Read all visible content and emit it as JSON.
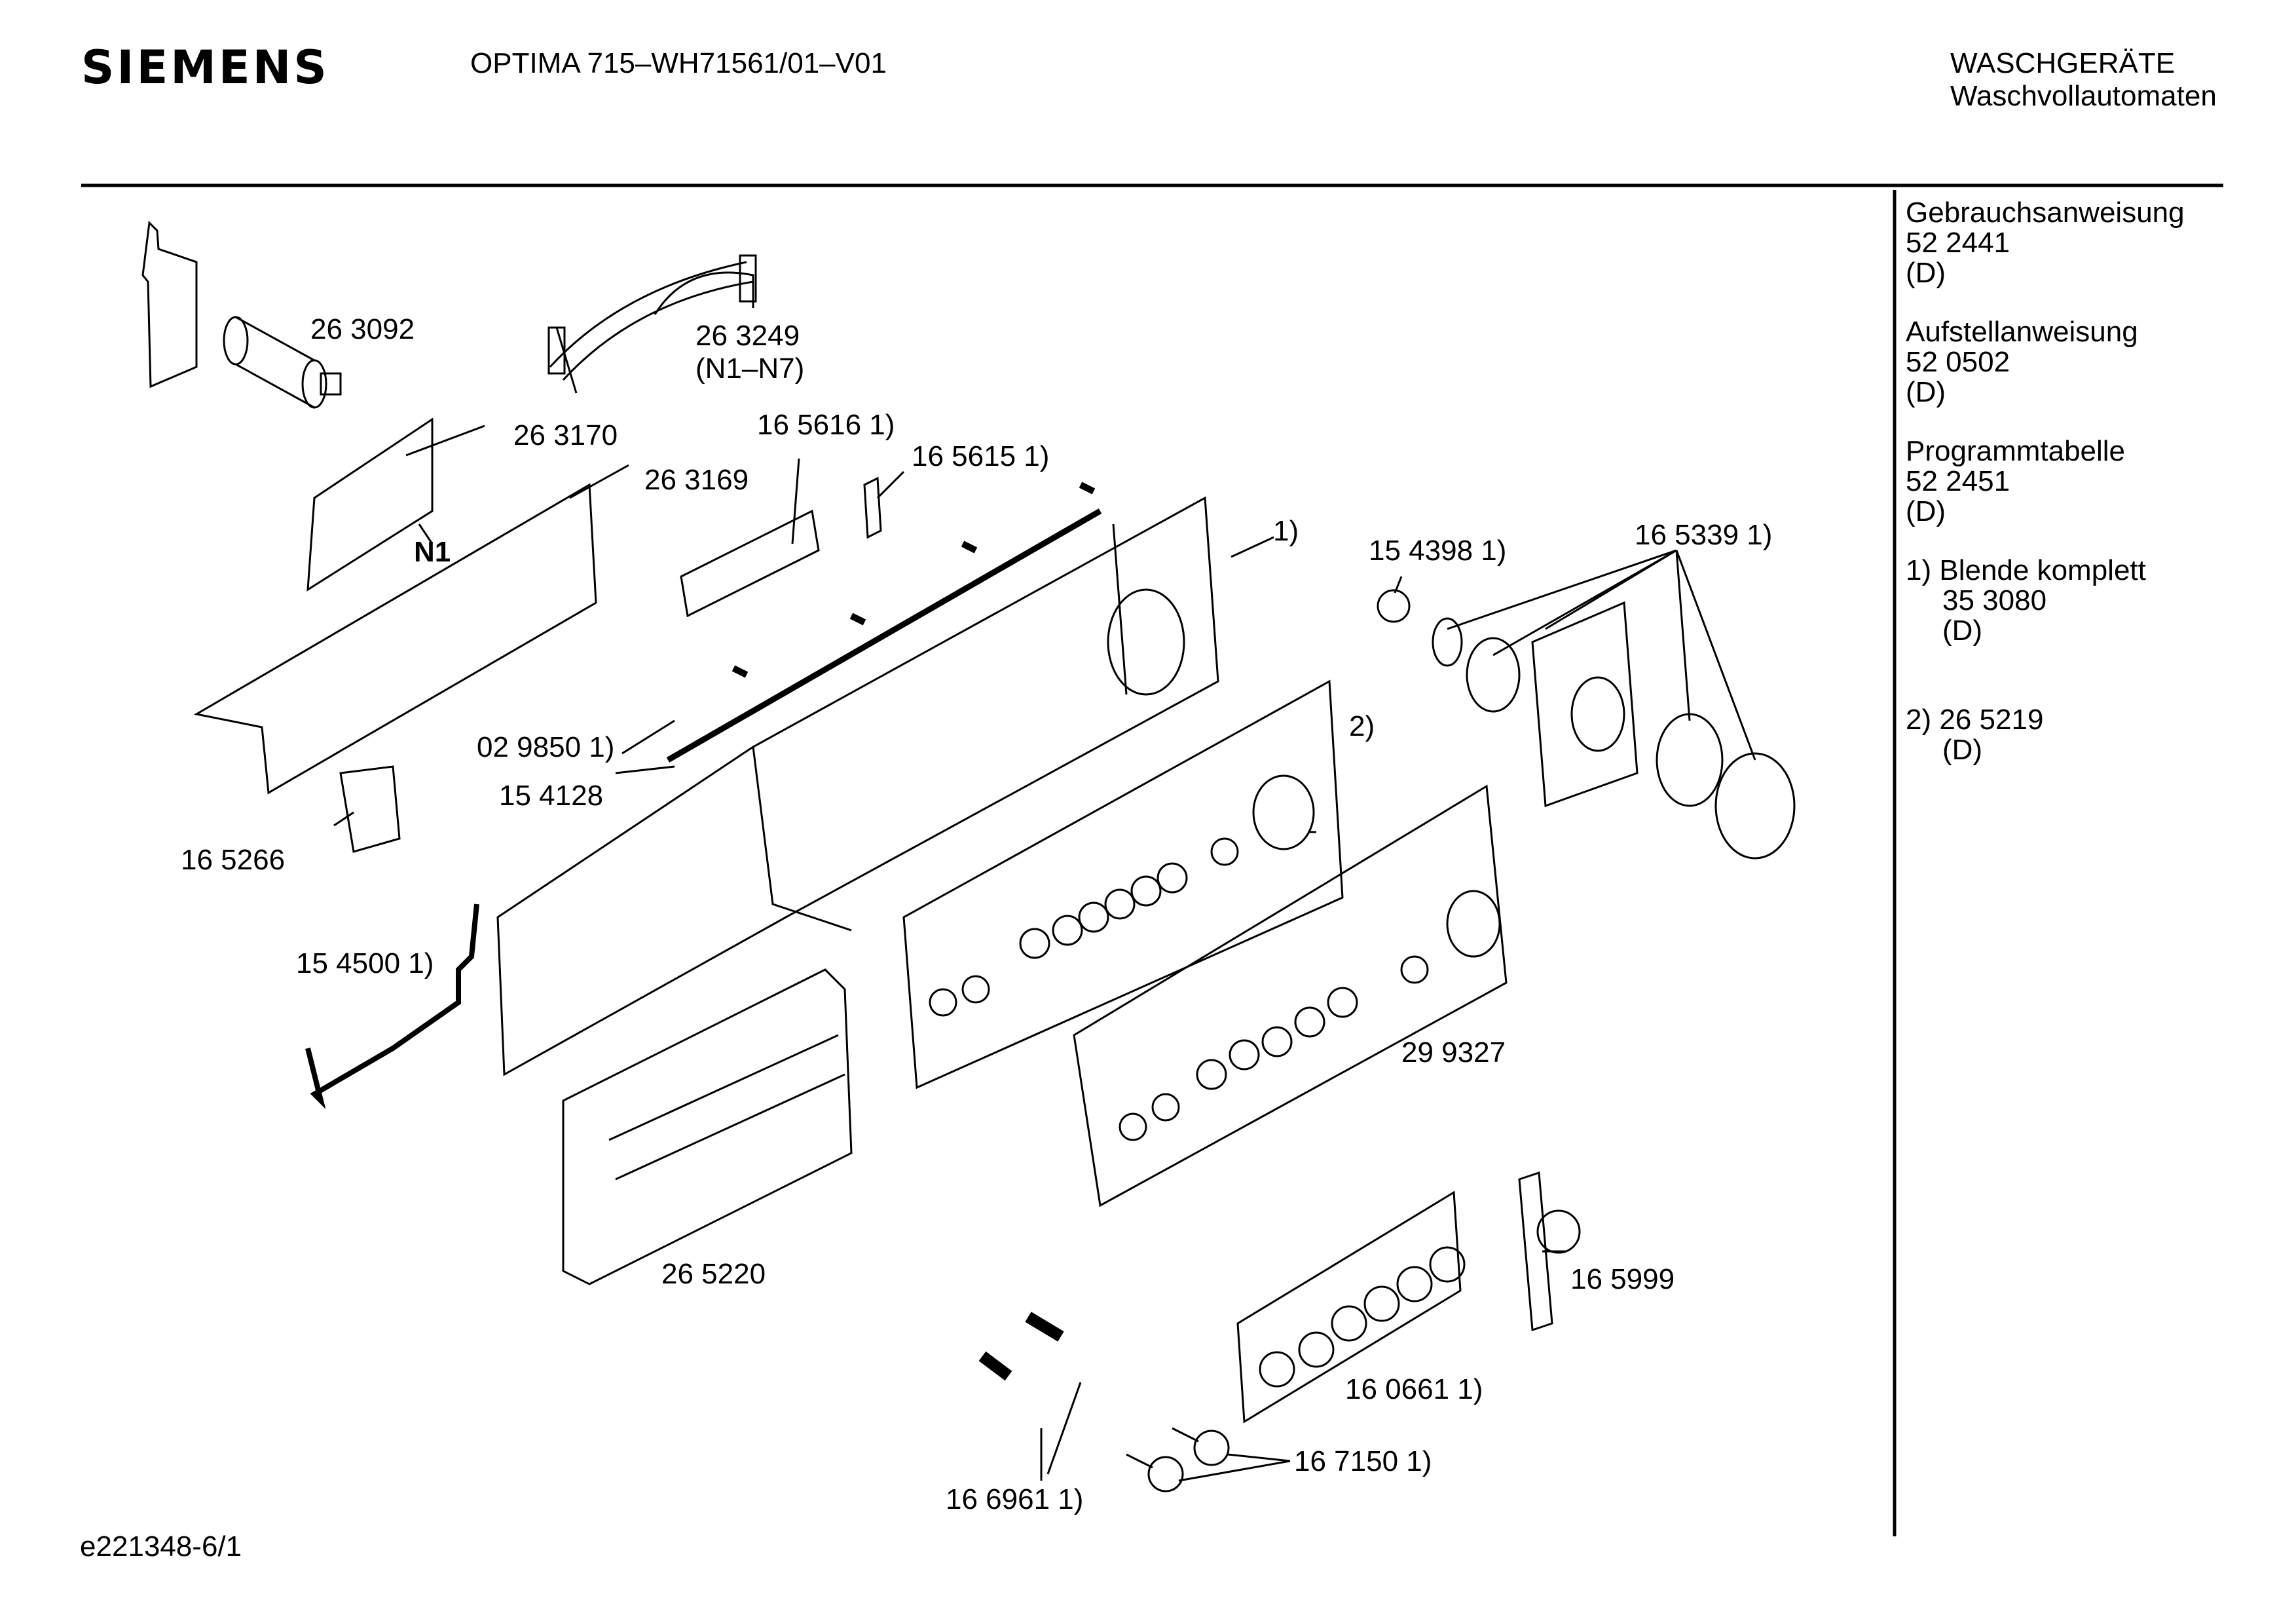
{
  "header": {
    "brand": "SIEMENS",
    "model": "OPTIMA 715–WH71561/01–V01",
    "category": "WASCHGERÄTE",
    "subcategory": "Waschvollautomaten"
  },
  "sidebar": {
    "docs": [
      {
        "title": "Gebrauchsanweisung",
        "number": "52 2441",
        "lang": "(D)"
      },
      {
        "title": "Aufstellanweisung",
        "number": "52 0502",
        "lang": "(D)"
      },
      {
        "title": "Programmtabelle",
        "number": "52 2451",
        "lang": "(D)"
      }
    ],
    "notes": [
      {
        "marker": "1)",
        "title": "Blende komplett",
        "number": "35 3080",
        "lang": "(D)"
      },
      {
        "marker": "2)",
        "title": "26 5219",
        "number": "",
        "lang": "(D)"
      }
    ]
  },
  "parts": {
    "p263092": "26 3092",
    "p263249": "26 3249",
    "p263249_sub": "(N1–N7)",
    "p263170": "26 3170",
    "p165616": "16 5616 1)",
    "p165615": "16 5615 1)",
    "p263169": "26 3169",
    "n1": "N1",
    "note1": "1)",
    "p154398": "15 4398 1)",
    "p165339": "16 5339 1)",
    "p029850": "02 9850 1)",
    "p154128": "15 4128",
    "note2": "2)",
    "p165266": "16 5266",
    "p154500": "15 4500 1)",
    "p299327": "29 9327",
    "p265220": "26 5220",
    "p165999": "16 5999",
    "p160661": "16 0661 1)",
    "p167150": "16 7150 1)",
    "p166961": "16 6961 1)"
  },
  "footer": {
    "drawing_id": "e221348-6/1"
  }
}
